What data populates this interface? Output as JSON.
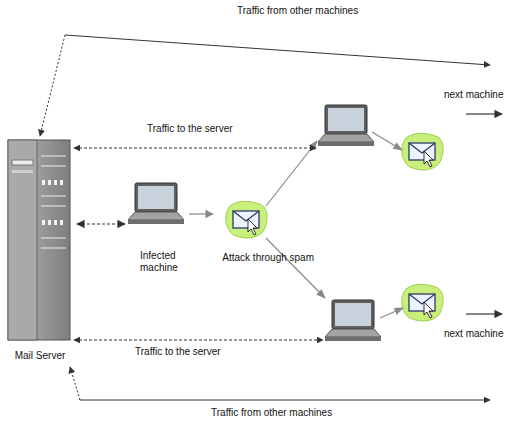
{
  "diagram": {
    "nodes": [
      {
        "text": [
          "Mail Server"
        ]
      },
      {
        "text": [
          "Infected machine"
        ]
      },
      {
        "text": [
          "Attack through spam"
        ]
      }
    ],
    "edges": [
      {
        "from": 0,
        "to": 1,
        "arrow": "both"
      },
      {
        "from": 1,
        "to": 2,
        "arrow": "to"
      }
    ],
    "labels": [
      "Traffic from other machines",
      "Traffic to the server",
      "Traffic to the server",
      "Traffic from other machines",
      "next machine",
      "next machine"
    ]
  }
}
